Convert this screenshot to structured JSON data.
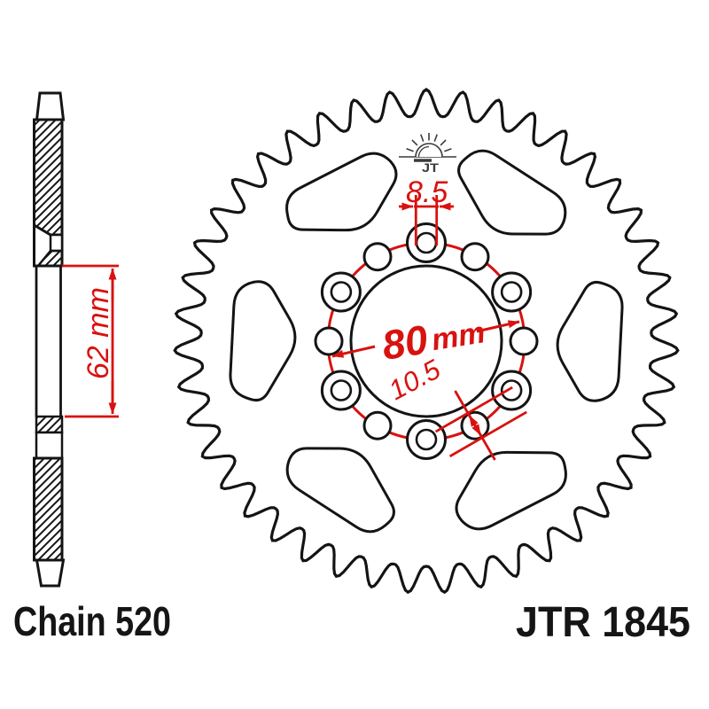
{
  "drawing": {
    "title_labels": {
      "chain": "Chain 520",
      "part_number": "JTR 1845"
    },
    "dimensions": {
      "pitch_circle": {
        "value": "80",
        "unit": "mm",
        "text": "80 mm"
      },
      "small_hole_diameter": "10.5",
      "bolt_hole_inner_diameter": "8.5",
      "bore": {
        "value": "62",
        "unit": "mm",
        "text": "62 mm"
      }
    },
    "logo": {
      "monogram": "JT",
      "name": "jt-sunrise-logo"
    },
    "front_view": {
      "teeth": 43,
      "bolt_holes": 6,
      "small_holes": 6,
      "lightening_windows": 6
    },
    "colors": {
      "dimension": "#d8120f",
      "line": "#141414",
      "logo_gray": "#3a3a3a"
    }
  }
}
